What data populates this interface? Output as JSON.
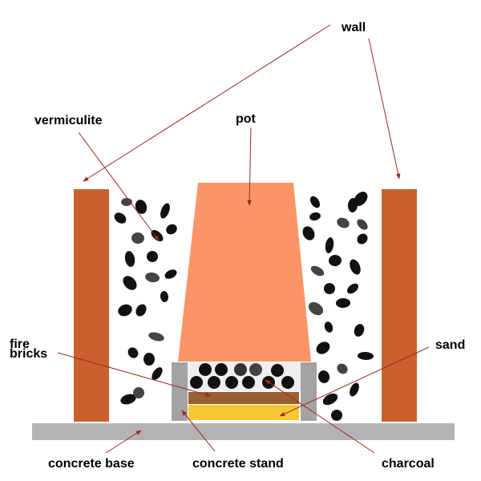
{
  "labels": {
    "wall": "wall",
    "vermiculite": "vermiculite",
    "pot": "pot",
    "fire_line1": "fire",
    "fire_line2": "bricks",
    "sand": "sand",
    "concrete_base": "concrete base",
    "concrete_stand": "concrete stand",
    "charcoal": "charcoal"
  },
  "colors": {
    "wall": "#c8612f",
    "pot": "#fb9567",
    "base": "#b3b3b3",
    "stand": "#a3a3a3",
    "brick_layer": "#9a5f32",
    "sand_layer": "#f8c833",
    "charcoal": "#111111",
    "arrow": "#9b2b20"
  }
}
